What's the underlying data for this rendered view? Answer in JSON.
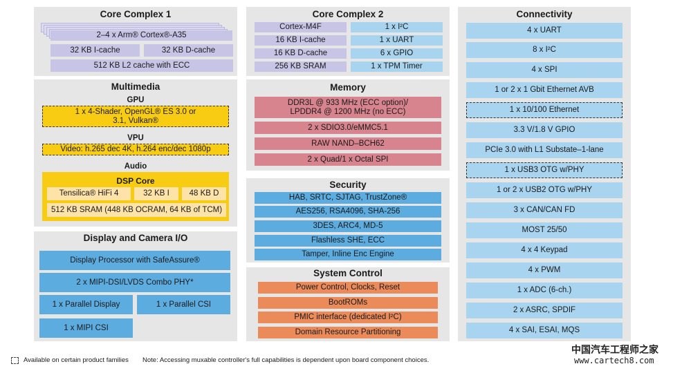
{
  "core1": {
    "title": "Core Complex 1",
    "cortex": "2–4 x Arm® Cortex®-A35",
    "icache": "32 KB I-cache",
    "dcache": "32 KB D-cache",
    "l2": "512 KB L2 cache with ECC"
  },
  "core2": {
    "title": "Core Complex 2",
    "left": [
      "Cortex-M4F",
      "16 KB I-cache",
      "16 KB D-cache",
      "256 KB SRAM"
    ],
    "right": [
      "1 x I²C",
      "1 x UART",
      "6 x GPIO",
      "1 x TPM Timer"
    ]
  },
  "connectivity": {
    "title": "Connectivity",
    "items": [
      "4 x UART",
      "8 x I²C",
      "4 x SPI",
      "1 or 2 x 1 Gbit Ethernet AVB",
      "1 x 10/100 Ethernet",
      "3.3 V/1.8 V GPIO",
      "PCIe 3.0 with L1 Substate–1-lane",
      "1 x USB3 OTG w/PHY",
      "1 or 2 x USB2 OTG w/PHY",
      "3 x CAN/CAN FD",
      "MOST 25/50",
      "4 x 4 Keypad",
      "4 x PWM",
      "1 x ADC (6-ch.)",
      "2 x ASRC, SPDIF",
      "4 x SAI, ESAI, MQS"
    ]
  },
  "multimedia": {
    "title": "Multimedia",
    "gpu_label": "GPU",
    "gpu_text": "1 x 4-Shader, OpenGL® ES 3.0 or 3.1, Vulkan®",
    "vpu_label": "VPU",
    "vpu_text": "Video: h.265 dec 4K, h.264 enc/dec 1080p",
    "audio_label": "Audio",
    "dsp_title": "DSP Core",
    "hifi": "Tensilica® HiFi 4",
    "icache": "32 KB I",
    "dcache": "48 KB D",
    "sram": "512 KB SRAM (448 KB OCRAM, 64 KB of TCM)"
  },
  "memory": {
    "title": "Memory",
    "items": [
      "DDR3L @ 933 MHz (ECC option)/ LPDDR4 @ 1200 MHz (no ECC)",
      "2 x SDIO3.0/eMMC5.1",
      "RAW NAND–BCH62",
      "2 x Quad/1 x Octal SPI"
    ]
  },
  "security": {
    "title": "Security",
    "items": [
      "HAB, SRTC, SJTAG, TrustZone®",
      "AES256, RSA4096, SHA-256",
      "3DES, ARC4, MD-5",
      "Flashless SHE, ECC",
      "Tamper, Inline Enc Engine"
    ]
  },
  "display": {
    "title": "Display and Camera I/O",
    "processor": "Display Processor with SafeAssure®",
    "mipi_dsi": "2 x MIPI-DSI/LVDS Combo PHY*",
    "parallel_display": "1 x Parallel Display",
    "parallel_csi": "1 x Parallel CSI",
    "mipi_csi": "1 x MIPI CSI"
  },
  "system": {
    "title": "System Control",
    "items": [
      "Power Control, Clocks, Reset",
      "BootROMs",
      "PMIC interface (dedicated I²C)",
      "Domain Resource Partitioning"
    ]
  },
  "footer": {
    "legend": "Available on certain product families",
    "note": "Note: Accessing muxable controller's full capabilities is dependent upon board component choices."
  },
  "watermark": {
    "cn": "中国汽车工程师之家",
    "url": "www.cartech8.com"
  },
  "colors": {
    "panel": "#e6e6e6",
    "lavender": "#c8c4e6",
    "light_blue": "#a9d4ef",
    "steel_blue": "#5cace0",
    "pink": "#d8848e",
    "orange": "#eb8b5a",
    "yellow": "#f8cc12",
    "cream": "#fde3a8"
  }
}
